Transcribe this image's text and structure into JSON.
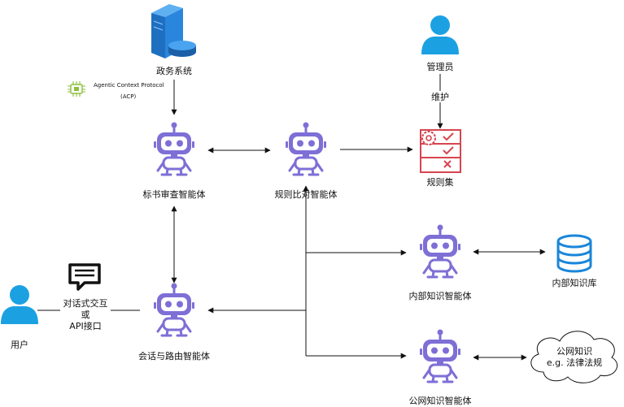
{
  "nodes": {
    "gov_system": "政务系统",
    "acp_title": "Agentic Context Protocol",
    "acp_abbr": "(ACP)",
    "admin": "管理员",
    "maintain": "维护",
    "ruleset": "规则集",
    "bid_review_agent": "标书审查智能体",
    "rule_compare_agent": "规则比对智能体",
    "internal_knowledge_agent": "内部知识智能体",
    "internal_kb": "内部知识库",
    "public_knowledge_agent": "公网知识智能体",
    "public_knowledge_line1": "公网知识",
    "public_knowledge_line2": "e.g. 法律法规",
    "user": "用户",
    "chat_line1": "对话式交互",
    "chat_line2": "或",
    "chat_line3": "API接口",
    "session_router_agent": "会话与路由智能体"
  },
  "colors": {
    "robot": "#7e6fd6",
    "person": "#1ba1e2",
    "server": "#2a7fd4",
    "ruleset": "#d6454f",
    "database": "#1a86d9",
    "acp": "#8bbf3c"
  }
}
